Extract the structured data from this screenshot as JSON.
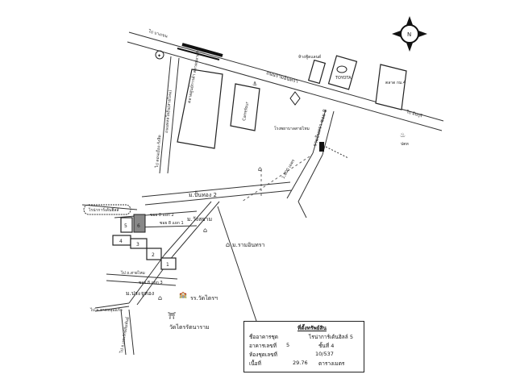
{
  "map": {
    "main_road": "ถนนรามอินทรา",
    "dir_west_top": "ไป บางเขน",
    "dir_east": "ไป มีนบุรี",
    "vertical_road": "ถนนพหลโยธิน(สายไหม)",
    "dir_south_left": "ไป ดอนเมือง-รังสิต",
    "market_center": "ตลาดศูนย์การค้า ตลาดปลาเค้า",
    "carrefour": "Carrefour",
    "fashion_island": "ห้างฟู้ดแลนด์",
    "toyota": "TOYOTA",
    "market_km4": "ตลาด กม.4",
    "ptt": "ปตท",
    "hospital": "โรงพยาบาลสายไหม",
    "soi8": "รามอินทรา ซอย 8",
    "soi_distance": "1,800 เมตร",
    "moo_panthong": "ม.ปั้นทอง 2",
    "moo_wangsayam": "ม.วังสยาม",
    "moo_ram": "ม.รามอินทรา",
    "moo_prachathong": "ม.ประจูทอง",
    "condo_label": "ไรน่าการ์เด้นฮิลล์",
    "school": "รร.วัดไตรฯ",
    "temple": "วัดไตรรัตนาราม",
    "dir_sw1": "ไป ถ.สายไหม",
    "dir_sw2": "ไป อ.ลาดหลุมแก้ว",
    "dir_south": "ไป ถ.เทพรักษ์สัมพันธ์",
    "soi_small": "ซอย 8 แยก 1",
    "soi_small2": "ซอย 8 แยก 2",
    "soi_small3": "ซอย 8 แยก 3",
    "buildings": [
      "5",
      "6",
      "4",
      "3",
      "2",
      "1"
    ],
    "compass": "N"
  },
  "info": {
    "title": "ที่ตั้งทรัพย์สิน",
    "rows": [
      {
        "label": "ชื่ออาคารชุด",
        "value": "ไรน่าการ์เด้นฮิลล์ 5"
      },
      {
        "label": "อาคารเลขที่",
        "value": "5",
        "extra": "ชั้นที่ 4"
      },
      {
        "label": "ห้องชุดเลขที่",
        "value": "10/537"
      },
      {
        "label": "เนื้อที่",
        "value": "29.76",
        "extra": "ตารางเมตร"
      }
    ]
  }
}
